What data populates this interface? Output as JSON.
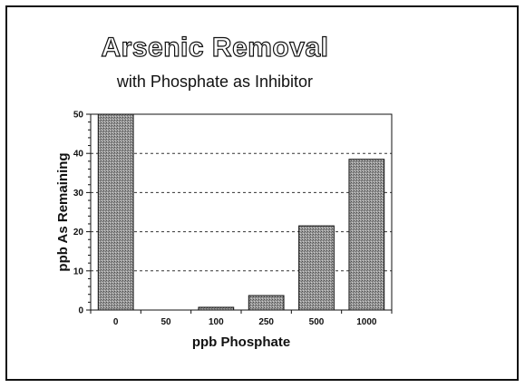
{
  "chart_data": {
    "type": "bar",
    "title": "Arsenic Removal",
    "subtitle": "with Phosphate as Inhibitor",
    "xlabel": "ppb Phosphate",
    "ylabel": "ppb As Remaining",
    "categories": [
      "0",
      "50",
      "100",
      "250",
      "500",
      "1000"
    ],
    "values": [
      50,
      0,
      0.7,
      3.7,
      21.5,
      38.5
    ],
    "ylim": [
      0,
      50
    ],
    "yticks": [
      "0",
      "10",
      "20",
      "30",
      "40",
      "50"
    ],
    "grid": "horizontal dashed",
    "legend": "none",
    "colors": {
      "bar": "#8a8a8a",
      "axis": "#111111",
      "grid": "#333333"
    }
  }
}
